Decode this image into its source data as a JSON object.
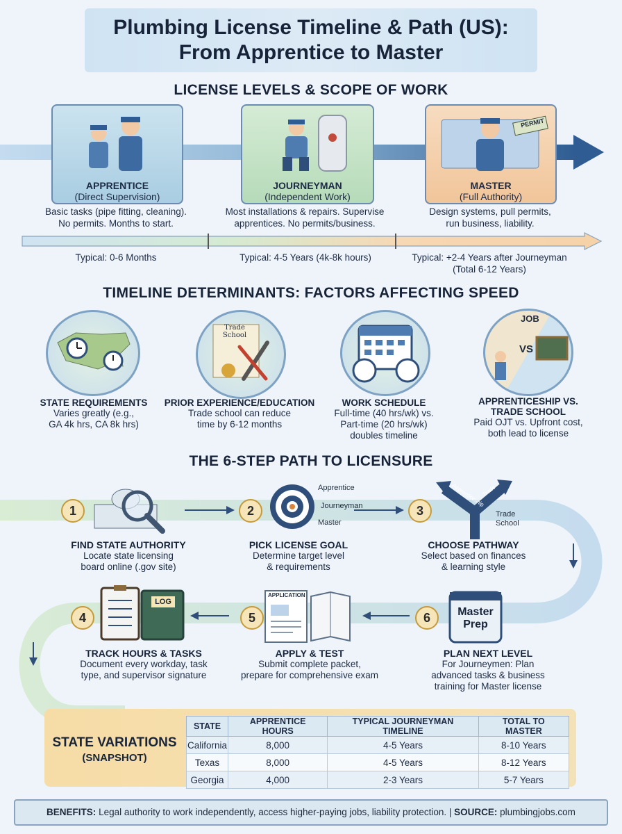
{
  "header": {
    "title_line1": "Plumbing License Timeline & Path (US):",
    "title_line2": "From Apprentice to Master"
  },
  "levels": {
    "heading": "LICENSE LEVELS & SCOPE OF WORK",
    "items": [
      {
        "name": "APPRENTICE",
        "sub": "(Direct Supervision)",
        "desc1": "Basic tasks (pipe fitting, cleaning).",
        "desc2": "No permits. Months to start.",
        "timeline1": "Typical: 0-6 Months",
        "timeline2": ""
      },
      {
        "name": "JOURNEYMAN",
        "sub": "(Independent Work)",
        "desc1": "Most installations & repairs. Supervise",
        "desc2": "apprentices. No permits/business.",
        "timeline1": "Typical: 4-5 Years (4k-8k hours)",
        "timeline2": ""
      },
      {
        "name": "MASTER",
        "sub": "(Full Authority)",
        "desc1": "Design systems, pull permits,",
        "desc2": "run business, liability.",
        "timeline1": "Typical: +2-4 Years after Journeyman",
        "timeline2": "(Total 6-12 Years)",
        "badge": "PERMIT"
      }
    ]
  },
  "factors": {
    "heading": "TIMELINE DETERMINANTS: FACTORS AFFECTING SPEED",
    "items": [
      {
        "title": "STATE REQUIREMENTS",
        "text1": "Varies greatly (e.g.,",
        "text2": "GA 4k hrs, CA 8k hrs)",
        "text3": ""
      },
      {
        "title": "PRIOR EXPERIENCE/EDUCATION",
        "text1": "Trade school can reduce",
        "text2": "time by 6-12 months",
        "text3": "",
        "icon_text": "Trade School"
      },
      {
        "title": "WORK SCHEDULE",
        "text1": "Full-time (40 hrs/wk) vs.",
        "text2": "Part-time (20 hrs/wk)",
        "text3": "doubles timeline"
      },
      {
        "title1": "APPRENTICESHIP VS.",
        "title2": "TRADE SCHOOL",
        "text1": "Paid OJT vs. Upfront cost,",
        "text2": "both lead to license",
        "job": "JOB",
        "vs": "VS"
      }
    ]
  },
  "steps": {
    "heading": "THE 6-STEP PATH TO LICENSURE",
    "items": [
      {
        "n": "1",
        "title": "FIND STATE AUTHORITY",
        "text1": "Locate state licensing",
        "text2": "board online (.gov site)",
        "text3": ""
      },
      {
        "n": "2",
        "title": "PICK LICENSE GOAL",
        "text1": "Determine target level",
        "text2": "& requirements",
        "text3": "",
        "labels": [
          "Apprentice",
          "Journeyman",
          "Master"
        ]
      },
      {
        "n": "3",
        "title": "CHOOSE PATHWAY",
        "text1": "Select based on finances",
        "text2": "& learning style",
        "text3": "",
        "sign1": "Apprenticeship",
        "sign2": "Trade",
        "label": "Trade School"
      },
      {
        "n": "4",
        "title": "TRACK HOURS & TASKS",
        "text1": "Document every workday, task",
        "text2": "type, and supervisor signature",
        "text3": "",
        "log": "LOG"
      },
      {
        "n": "5",
        "title": "APPLY & TEST",
        "text1": "Submit complete packet,",
        "text2": "prepare for comprehensive exam",
        "text3": "",
        "form": "APPLICATION"
      },
      {
        "n": "6",
        "title": "PLAN NEXT LEVEL",
        "text1": "For Journeymen: Plan",
        "text2": "advanced tasks & business",
        "text3": "training for Master license",
        "prep1": "Master",
        "prep2": "Prep"
      }
    ]
  },
  "variations": {
    "label1": "STATE VARIATIONS",
    "label2": "(SNAPSHOT)",
    "columns": [
      "STATE",
      "APPRENTICE HOURS",
      "TYPICAL JOURNEYMAN TIMELINE",
      "TOTAL TO MASTER"
    ],
    "rows": [
      [
        "California",
        "8,000",
        "4-5 Years",
        "8-10 Years"
      ],
      [
        "Texas",
        "8,000",
        "4-5 Years",
        "8-12 Years"
      ],
      [
        "Georgia",
        "4,000",
        "2-3 Years",
        "5-7 Years"
      ]
    ]
  },
  "footer": {
    "benefits_label": "BENEFITS:",
    "benefits_text": " Legal authority to work independently, access higher-paying jobs, liability protection. | ",
    "source_label": "SOURCE:",
    "source_text": " plumbingjobs.com"
  }
}
